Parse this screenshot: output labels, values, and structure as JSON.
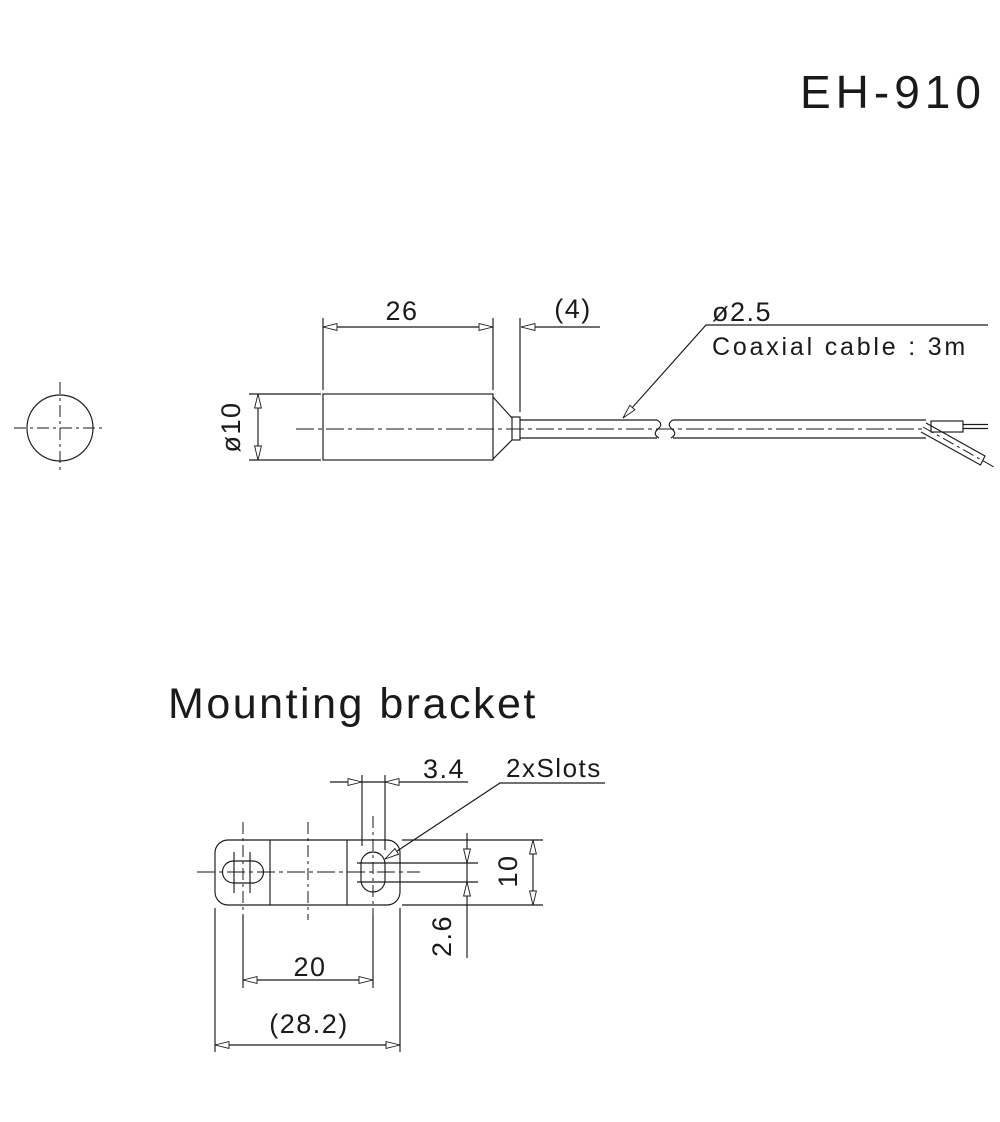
{
  "title": "EH-910",
  "side_view": {
    "dim_body_length": "26",
    "dim_tip_length": "(4)",
    "dim_body_diameter": "ø10",
    "cable_diameter": "ø2.5",
    "cable_note": "Coaxial cable : 3m"
  },
  "bracket_view": {
    "section_title": "Mounting bracket",
    "slots_label": "2xSlots",
    "dim_slot_width": "3.4",
    "dim_slot_straight": "2.6",
    "dim_bracket_width": "10",
    "dim_hole_spacing": "20",
    "dim_overall_length": "(28.2)"
  },
  "colors": {
    "line": "#1a1a1a",
    "background": "#ffffff"
  }
}
